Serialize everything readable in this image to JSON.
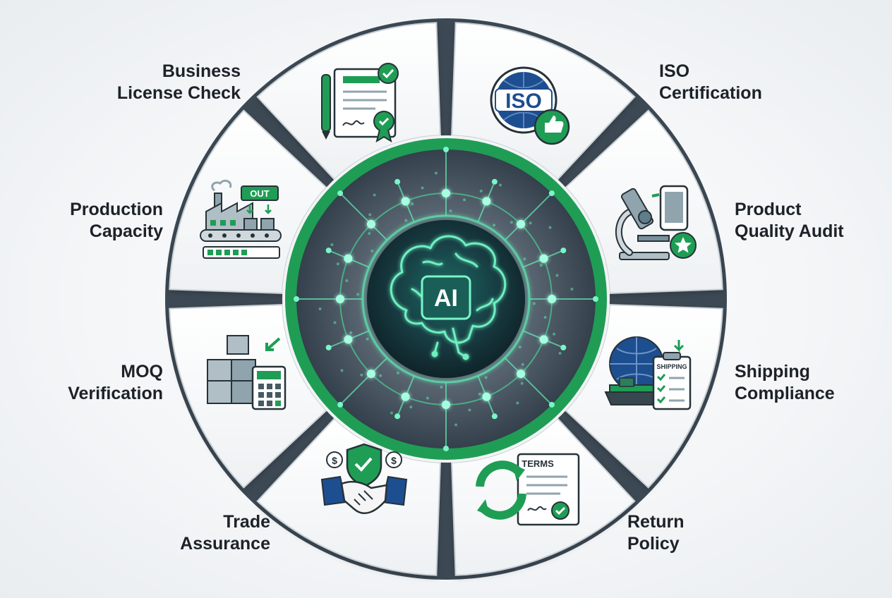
{
  "center": {
    "text": "AI"
  },
  "segments": [
    {
      "id": "business-license-check",
      "lines": [
        "Business",
        "License Check"
      ],
      "icon": "license-document-icon"
    },
    {
      "id": "iso-certification",
      "lines": [
        "ISO",
        "Certification"
      ],
      "icon": "iso-badge-icon",
      "badge_text": "ISO"
    },
    {
      "id": "product-quality-audit",
      "lines": [
        "Product",
        "Quality Audit"
      ],
      "icon": "microscope-icon"
    },
    {
      "id": "shipping-compliance",
      "lines": [
        "Shipping",
        "Compliance"
      ],
      "icon": "shipping-checklist-icon",
      "badge_text": "SHIPPING"
    },
    {
      "id": "return-policy",
      "lines": [
        "Return",
        "Policy"
      ],
      "icon": "return-terms-icon",
      "badge_text": "TERMS"
    },
    {
      "id": "trade-assurance",
      "lines": [
        "Trade",
        "Assurance"
      ],
      "icon": "handshake-shield-icon"
    },
    {
      "id": "moq-verification",
      "lines": [
        "MOQ",
        "Verification"
      ],
      "icon": "boxes-calculator-icon"
    },
    {
      "id": "production-capacity",
      "lines": [
        "Production",
        "Capacity"
      ],
      "icon": "factory-icon",
      "badge_text": "OUT"
    }
  ],
  "colors": {
    "accent": "#1f9d55",
    "accent_light": "#5fe3b0",
    "ring_dark": "#3b4752",
    "panel": "#ffffff",
    "text": "#1c2228",
    "iso_blue": "#1d4e8f"
  }
}
